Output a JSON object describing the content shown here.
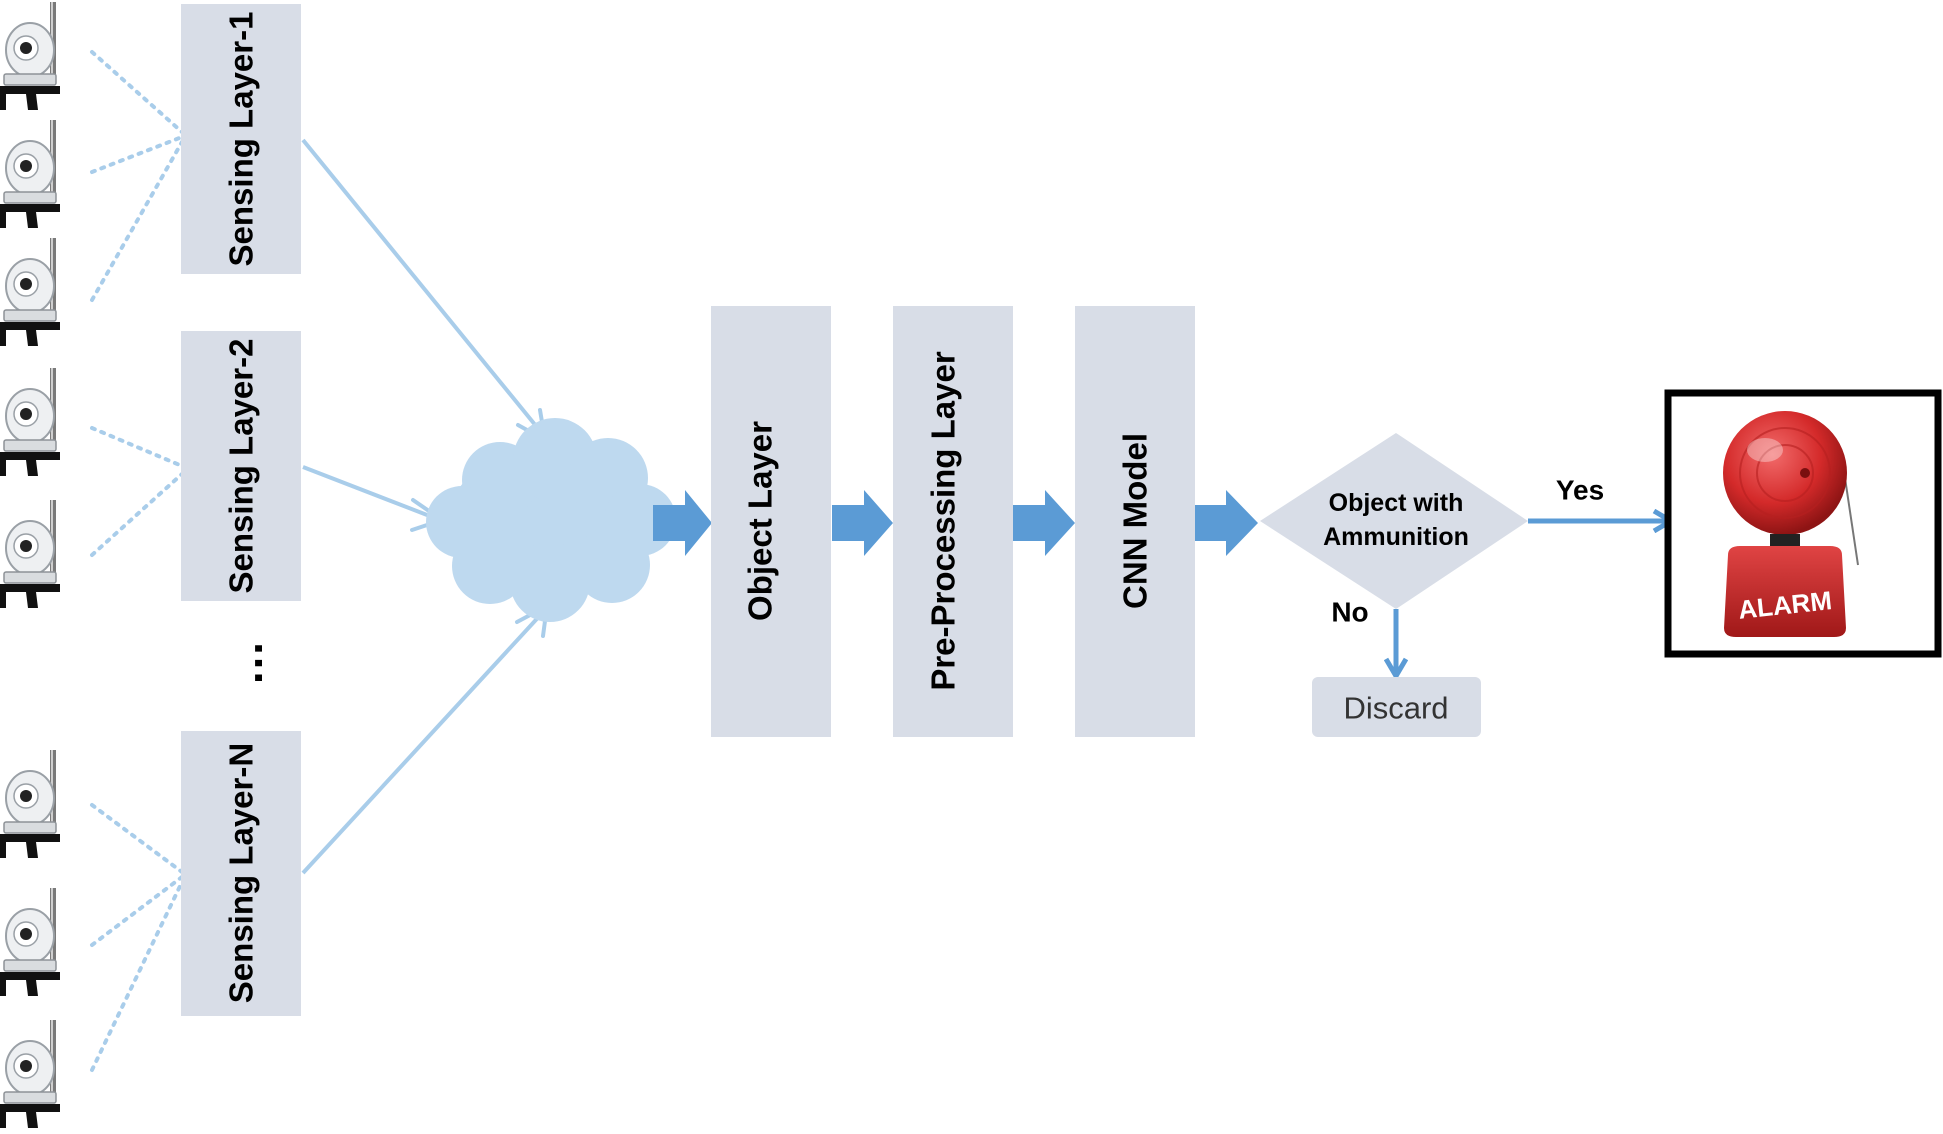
{
  "sensing_layers": [
    {
      "label": "Sensing Layer-1"
    },
    {
      "label": "Sensing Layer-2"
    },
    {
      "label": "Sensing Layer-N"
    }
  ],
  "ellipsis": "…",
  "pipeline": [
    {
      "label": "Object Layer"
    },
    {
      "label": "Pre-Processing Layer"
    },
    {
      "label": "CNN Model"
    }
  ],
  "decision": {
    "line1": "Object with",
    "line2": "Ammunition"
  },
  "branches": {
    "yes": "Yes",
    "no": "No"
  },
  "discard": {
    "label": "Discard"
  },
  "alarm": {
    "label": "ALARM"
  },
  "icons": {
    "camera": "ip-camera-icon",
    "cloud": "cloud-icon",
    "alarm": "alarm-bell-icon"
  },
  "colors": {
    "box_fill": "#d8dde7",
    "arrow_blue": "#5b9bd5",
    "light_line": "#a9cdea",
    "cloud_fill": "#bed9ef",
    "alarm_red": "#d42a2a"
  }
}
